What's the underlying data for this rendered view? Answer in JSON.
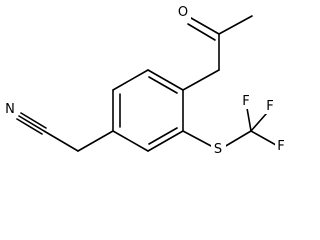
{
  "structure": {
    "atoms": {
      "oxygen": "O",
      "sulfur": "S",
      "nitrogen": "N",
      "fluorine_top_left": "F",
      "fluorine_top_right": "F",
      "fluorine_right": "F"
    }
  }
}
